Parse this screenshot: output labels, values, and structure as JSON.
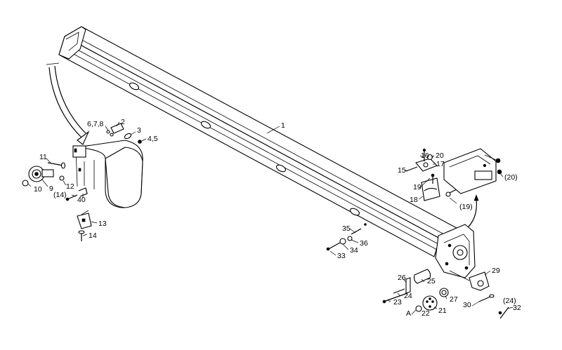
{
  "labels": {
    "l1": "1",
    "l2": "2",
    "l3": "3",
    "l45": "4,5",
    "l678": "6,7,8",
    "l9": "9",
    "l10": "10",
    "l11": "11",
    "l12": "12",
    "l14p": "(14)",
    "l40": "40",
    "l13": "13",
    "l14": "14",
    "l15": "15",
    "l16": "16",
    "l20": "20",
    "l17": "17",
    "l19": "19",
    "l18": "18",
    "l20p": "(20)",
    "l19p": "(19)",
    "l35": "35",
    "l36": "36",
    "l34": "34",
    "l33": "33",
    "l26": "26",
    "l25": "25",
    "l24": "24",
    "l23": "23",
    "l27": "27",
    "l21": "21",
    "lA": "A",
    "l22": "22",
    "l29": "29",
    "l24p": "(24)",
    "l32": "32",
    "l30": "30"
  }
}
